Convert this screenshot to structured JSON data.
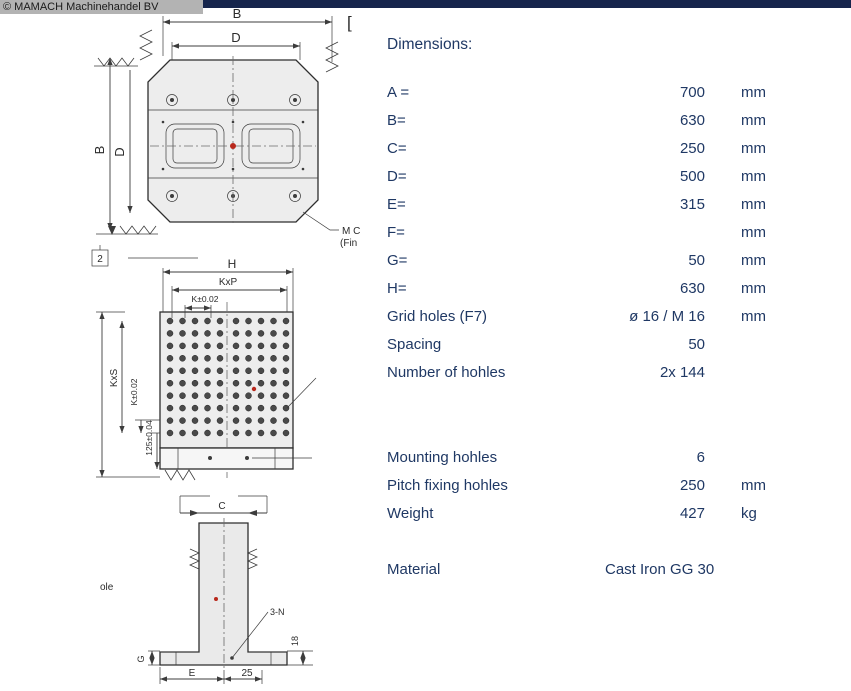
{
  "header": {
    "company": "© MAMACH Machinehandel BV"
  },
  "colors": {
    "navy_bar": "#16254c",
    "gray_bar": "#b3b3b3",
    "panel_text": "#1f3864",
    "plate_fill": "#ededed",
    "line": "#3c3c3c",
    "red_mark": "#b8281c"
  },
  "panel": {
    "title": "Dimensions:",
    "rows": [
      {
        "label": "A =",
        "value": "700",
        "unit": "mm"
      },
      {
        "label": "B=",
        "value": "630",
        "unit": "mm"
      },
      {
        "label": "C=",
        "value": "250",
        "unit": "mm"
      },
      {
        "label": "D=",
        "value": "500",
        "unit": "mm"
      },
      {
        "label": "E=",
        "value": "315",
        "unit": "mm"
      },
      {
        "label": "F=",
        "value": "",
        "unit": "mm"
      },
      {
        "label": "G=",
        "value": "50",
        "unit": "mm"
      },
      {
        "label": "H=",
        "value": "630",
        "unit": "mm"
      },
      {
        "label": "Grid holes (F7)",
        "value": "ø 16 / M 16",
        "unit": "mm"
      },
      {
        "label": "Spacing",
        "value": "50",
        "unit": ""
      },
      {
        "label": "Number of hohles",
        "value": "2x 144",
        "unit": ""
      }
    ],
    "rows2": [
      {
        "label": "Mounting hohles",
        "value": "6",
        "unit": ""
      },
      {
        "label": "Pitch fixing hohles",
        "value": "250",
        "unit": "mm"
      },
      {
        "label": "Weight",
        "value": "427",
        "unit": "kg"
      }
    ],
    "material": {
      "label": "Material",
      "value": "Cast Iron GG 30"
    }
  },
  "drawing": {
    "top_view": {
      "dim_b": "B",
      "dim_d": "D",
      "dim_b_left": "B",
      "dim_d_left": "D",
      "bracket": "[",
      "note_mc": "M C",
      "note_fin": "(Fin"
    },
    "grid_view": {
      "flag": "2",
      "dim_h": "H",
      "dim_kxp": "KxP",
      "dim_ktol": "K±0.02",
      "dim_kxs": "KxS",
      "dim_ktol_left": "K±0.02",
      "dim_125": "125±0.04"
    },
    "front_view": {
      "dim_c": "C",
      "dim_e": "E",
      "dim_g": "G",
      "dim_25": "25",
      "dim_18": "18",
      "note_3n": "3-N",
      "note_ole": "ole"
    }
  }
}
